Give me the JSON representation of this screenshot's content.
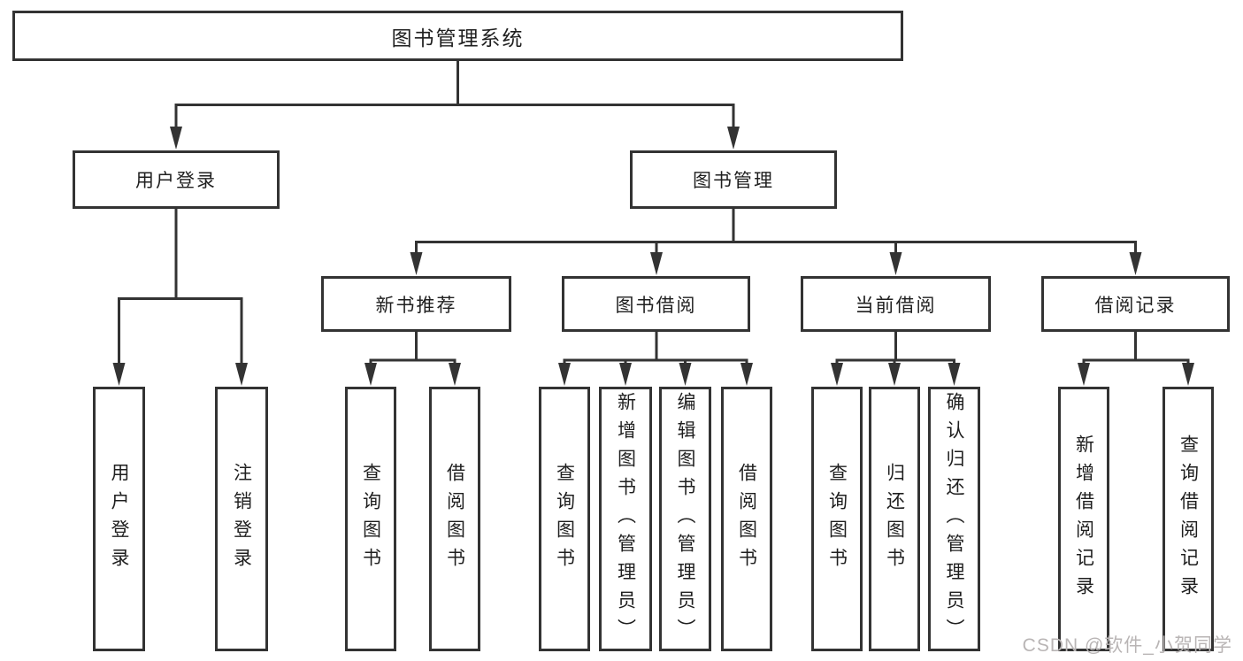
{
  "colors": {
    "line": "#333333",
    "text": "#1f1f1f",
    "watermark": "#b9b5b5",
    "background": "#ffffff"
  },
  "watermark": "CSDN @软件_小贺同学",
  "tree": {
    "label": "图书管理系统",
    "children": [
      {
        "label": "用户登录",
        "children": [
          {
            "label": "用户登录"
          },
          {
            "label": "注销登录"
          }
        ]
      },
      {
        "label": "图书管理",
        "children": [
          {
            "label": "新书推荐",
            "children": [
              {
                "label": "查询图书"
              },
              {
                "label": "借阅图书"
              }
            ]
          },
          {
            "label": "图书借阅",
            "children": [
              {
                "label": "查询图书"
              },
              {
                "label": "新增图书（管理员）"
              },
              {
                "label": "编辑图书（管理员）"
              },
              {
                "label": "借阅图书"
              }
            ]
          },
          {
            "label": "当前借阅",
            "children": [
              {
                "label": "查询图书"
              },
              {
                "label": "归还图书"
              },
              {
                "label": "确认归还（管理员）"
              }
            ]
          },
          {
            "label": "借阅记录",
            "children": [
              {
                "label": "新增借阅记录"
              },
              {
                "label": "查询借阅记录"
              }
            ]
          }
        ]
      }
    ]
  }
}
